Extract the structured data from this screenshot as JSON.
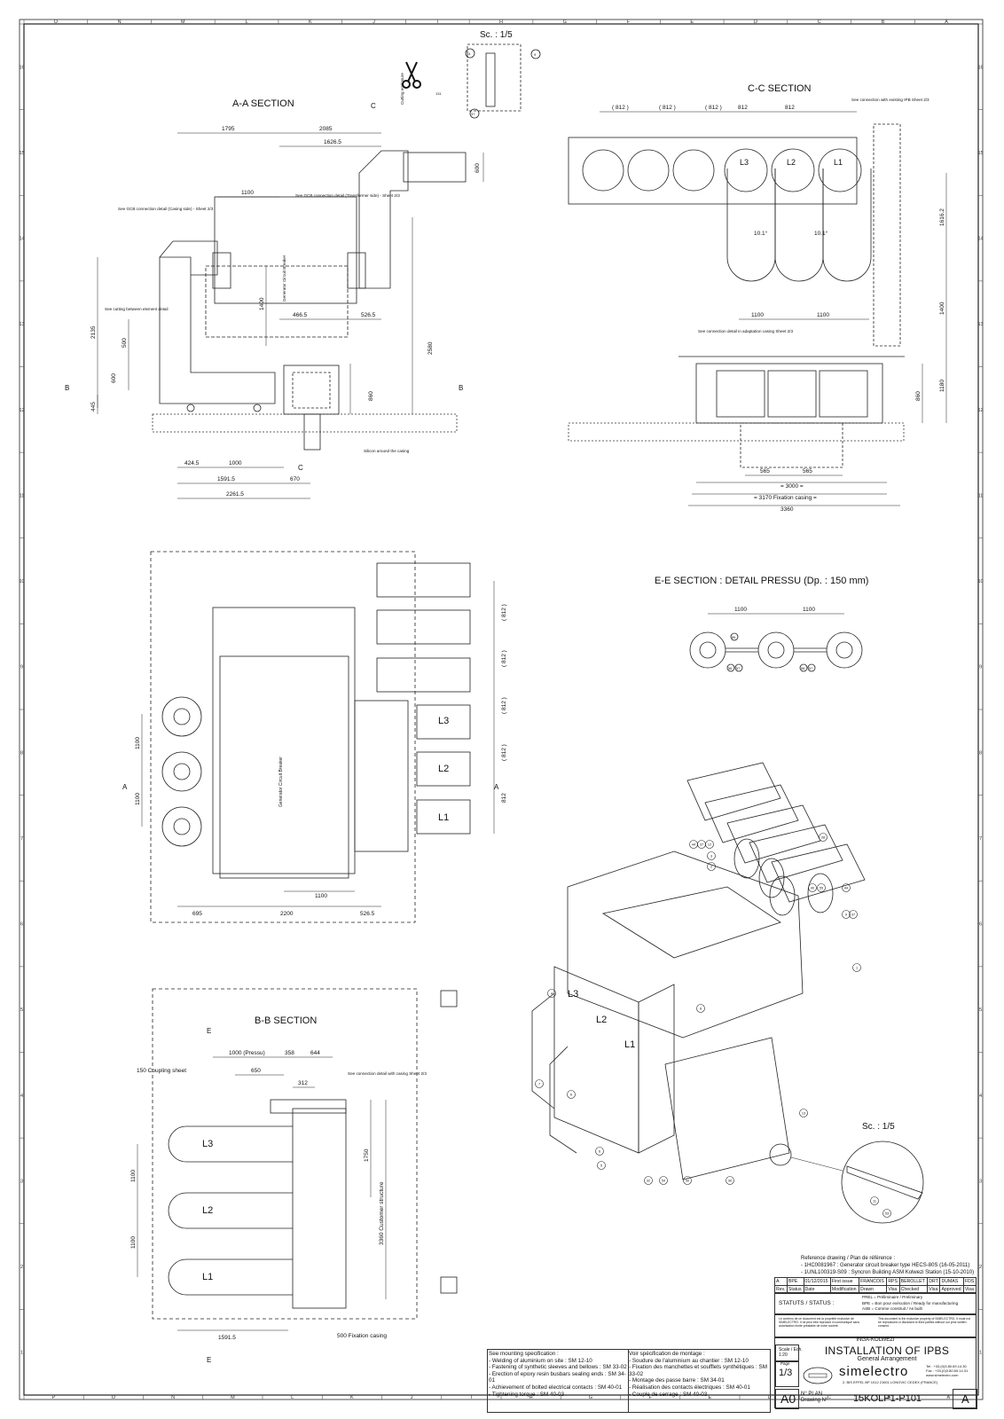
{
  "sections": {
    "aa": "A-A SECTION",
    "cc": "C-C SECTION",
    "bb": "B-B SECTION",
    "ee": "E-E SECTION : DETAIL PRESSU (Dp. : 150 mm)",
    "scale_top": "Sc. : 1/5",
    "scale_iso": "Sc. : 1/5"
  },
  "cut_markers": {
    "a": "A",
    "b": "B",
    "c": "C",
    "e": "E"
  },
  "phases": {
    "l1": "L1",
    "l2": "L2",
    "l3": "L3"
  },
  "aa": {
    "dims": [
      "1795",
      "2085",
      "1626.5",
      "1100",
      "600",
      "1400",
      "466.5",
      "526.5",
      "2135",
      "500",
      "600",
      "445",
      "860",
      "2580",
      "424.5",
      "1000",
      "1591.5",
      "670",
      "2261.5"
    ],
    "notes": {
      "gcb_casing": "See GCB connection detail (Casing side) - Sheet 2/3",
      "gcb_transformer": "See GCB connection detail (Transformer side) - Sheet 2/3",
      "cutting": "See cutting between element detail",
      "silicon": "Silicon around the casing",
      "cutting_short": "Cutting enclosure",
      "breaker": "Generator Circuit Breaker"
    }
  },
  "cc": {
    "dims_top": [
      "( 812 )",
      "( 812 )",
      "( 812 )",
      "812",
      "812"
    ],
    "dims": [
      "10.1°",
      "10.1°",
      "1616.2",
      "1100",
      "1100",
      "1400",
      "1180",
      "860",
      "565",
      "565",
      "= 3000 =",
      "= 3170 Fixation casing =",
      "3360"
    ],
    "notes": {
      "existing": "See connection with existing IPB Sheet 2/3",
      "adaptation": "See connection detail in adaptation casing Sheet 2/3"
    }
  },
  "plan": {
    "dims_right": [
      "( 812 )",
      "( 812 )",
      "( 812 )",
      "( 812 )",
      "812"
    ],
    "dims": [
      "1100",
      "1100",
      "1100",
      "695",
      "2200",
      "526.5"
    ],
    "breaker": "Generator Circuit Breaker"
  },
  "ee": {
    "dims": [
      "1100",
      "1100"
    ],
    "balloons": [
      "89",
      "56",
      "57",
      "56",
      "57"
    ]
  },
  "bb": {
    "dims": [
      "1000 (Pressu)",
      "358",
      "644",
      "650",
      "312",
      "150 Coupling sheet",
      "1750",
      "3360 Customer structure",
      "1100",
      "1100",
      "1591.5",
      "500 Fixation casing"
    ],
    "notes": {
      "casing": "See connection detail with casing Sheet 2/3"
    }
  },
  "detail_top_balloons": [
    "44",
    "9",
    "131",
    "37"
  ],
  "iso_balloons": [
    "44",
    "37",
    "12",
    "3",
    "2",
    "28",
    "40",
    "55",
    "44",
    "9",
    "37",
    "1",
    "8",
    "4",
    "6",
    "7",
    "6",
    "5",
    "32",
    "54",
    "30",
    "30",
    "13",
    "11",
    "53"
  ],
  "grid": {
    "top": [
      "O",
      "N",
      "M",
      "L",
      "K",
      "J",
      "I",
      "H",
      "G",
      "F",
      "E",
      "D",
      "C",
      "B",
      "A"
    ],
    "bottom": [
      "P",
      "O",
      "N",
      "M",
      "L",
      "K",
      "J",
      "I",
      "H",
      "G",
      "F",
      "E",
      "D",
      "C",
      "B",
      "A"
    ],
    "left": [
      "16",
      "15",
      "14",
      "13",
      "12",
      "11",
      "10",
      "9",
      "8",
      "7",
      "6",
      "5",
      "4",
      "3",
      "2",
      "1"
    ],
    "right": [
      "16",
      "15",
      "14",
      "13",
      "12",
      "11",
      "10",
      "9",
      "8",
      "7",
      "6",
      "5",
      "4",
      "3",
      "2",
      "1"
    ]
  },
  "reference": {
    "heading": "Reference drawing / Plan de référence :",
    "lines": [
      "- 1HC0081967 : Generator circuit breaker type HECS-80S (16-05-2011)",
      "- 1UNL100319-S09 : Syncron Building ASM Kolwezi Station (15-10-2010)"
    ]
  },
  "revision": {
    "row1": [
      "A",
      "BPE",
      "01/12/2015",
      "First issue",
      "FRANCOIS",
      "RPS",
      "BEROLLET",
      "DRT",
      "DUMAS",
      "FDS"
    ],
    "row2": [
      "Rev.",
      "Status",
      "Date",
      "Modification",
      "Drawn",
      "Visa",
      "Checked",
      "Visa",
      "Approved",
      "Visa"
    ]
  },
  "status": {
    "label": "STATUTS / STATUS :",
    "lines": [
      "PREL = Préliminaire / Preliminary",
      "BPE = Bon pour exécution / Ready for manufacturing",
      "ASB = Comme construit / As built"
    ]
  },
  "legal": {
    "c1": "Le contenu de ce document est la propriété exclusive de SIMELECTRO. Il ne peut être reproduit ni communiqué sans autorisation écrite préalable de notre société.",
    "c2": "This document is the exclusive property of SIMELECTRO. It must not be reproduced or disclosed to third parties without our prior written consent."
  },
  "title_block": {
    "project": "INGA-KOLWEZI",
    "title": "INSTALLATION OF IPBS",
    "subtitle": "General Arrangement",
    "company": "simelectro",
    "address": "2, BIS EFFEL BP 1012 21601 LONGVIC CEDEX (FRANCE)",
    "tel": "Tel : +33.(0)3.80.69.14.30",
    "fax": "Fax : +33.(0)3.80.69.14.31",
    "web": "www.simelectro.com",
    "scale_label": "Scale / Ech.",
    "scale": "1:20",
    "sheet_label": "Page",
    "sheet": "1/3",
    "size": "A0",
    "plan_label": "N° PLAN",
    "drawing_label": "Drawing N°",
    "drawing_no": "15KOLP1-P101",
    "rev": "A"
  },
  "notes_en": {
    "heading": "See mounting specification :",
    "items": [
      "- Welding of aluminium on site : SM 12-10",
      "- Fastening of synthetic sleeves and bellows : SM 33-02",
      "- Erection of epoxy resin busbars sealing ends : SM 34-01",
      "- Achievement of bolted electrical contacts : SM 40-01",
      "- Tightening torque : SM 40-03"
    ]
  },
  "notes_fr": {
    "heading": "Voir spécification de montage :",
    "items": [
      "- Soudure de l'aluminium au chantier : SM 12-10",
      "- Fixation des manchettes et soufflets synthétiques : SM 33-02",
      "- Montage des passe barre : SM 34-01",
      "- Réalisation des contacts électriques : SM 40-01",
      "- Couple de serrage : SM 40-03"
    ]
  }
}
